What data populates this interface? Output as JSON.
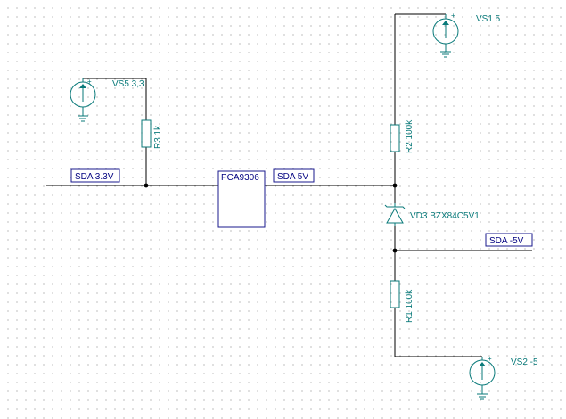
{
  "components": {
    "vs5": {
      "label": "VS5 3,3"
    },
    "vs1": {
      "label": "VS1 5"
    },
    "vs2": {
      "label": "VS2 -5"
    },
    "r3": {
      "label": "R3 1k"
    },
    "r2": {
      "label": "R2 100k"
    },
    "r1": {
      "label": "R1 100k"
    },
    "vd3": {
      "label": "VD3 BZX84C5V1"
    },
    "ic": {
      "label": "PCA9306"
    }
  },
  "nets": {
    "sda_3v3": "SDA 3.3V",
    "sda_5v": "SDA 5V",
    "sda_neg5v": "SDA -5V"
  },
  "source_polarity": "+",
  "colors": {
    "component": "#0a7a7a",
    "wire": "#000000",
    "net_label": "#000080",
    "grid_dot": "#c4c4c4"
  }
}
